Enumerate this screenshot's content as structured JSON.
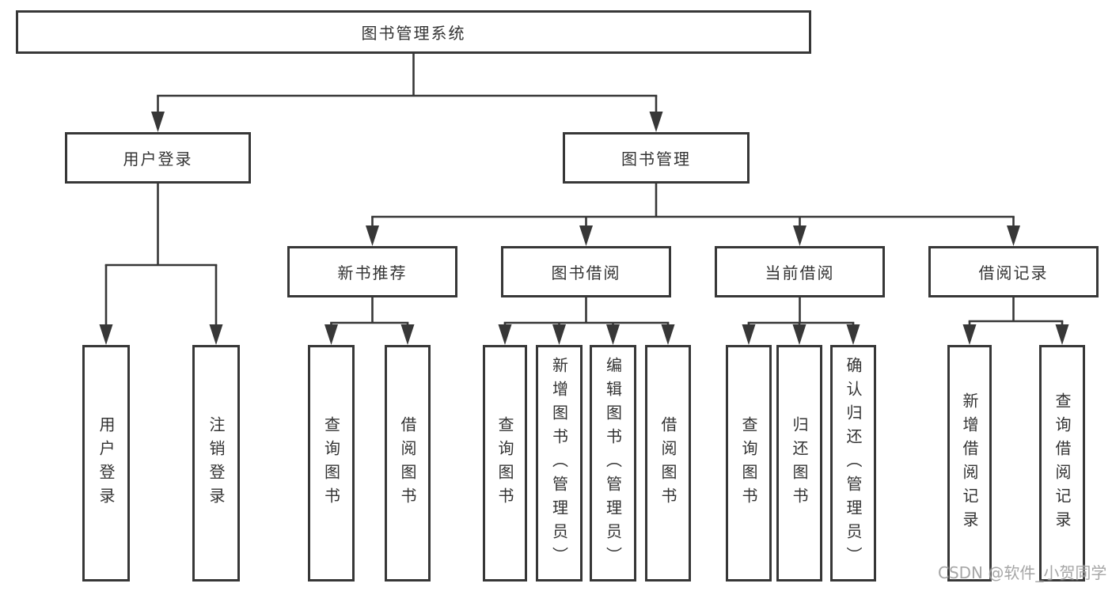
{
  "diagram": {
    "root": "图书管理系统",
    "level1": {
      "user_login": "用户登录",
      "book_management": "图书管理"
    },
    "level2": {
      "new_book_recommend": "新书推荐",
      "book_borrowing": "图书借阅",
      "current_borrowing": "当前借阅",
      "borrowing_records": "借阅记录"
    },
    "leaves": {
      "user_login": "用户登录",
      "logout_login": "注销登录",
      "nb_query_books": "查询图书",
      "nb_borrow_books": "借阅图书",
      "bw_query_books": "查询图书",
      "bw_add_books_admin": "新增图书（管理员）",
      "bw_edit_books_admin": "编辑图书（管理员）",
      "bw_borrow_books": "借阅图书",
      "cur_query_books": "查询图书",
      "cur_return_books": "归还图书",
      "cur_confirm_return_admin": "确认归还（管理员）",
      "rec_add_borrow_record": "新增借阅记录",
      "rec_query_borrow_record": "查询借阅记录"
    }
  },
  "watermark": "CSDN @软件_小贺同学",
  "colors": {
    "line": "#373737",
    "text": "#333333",
    "watermark": "#969696"
  }
}
